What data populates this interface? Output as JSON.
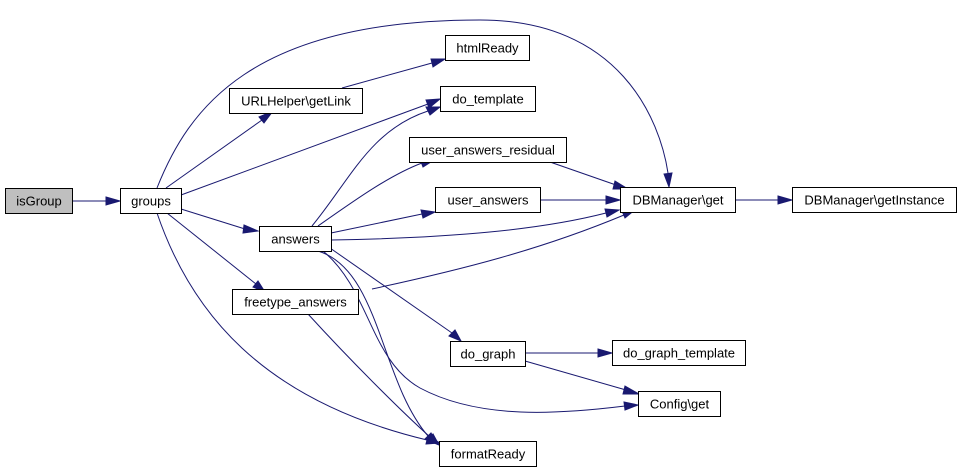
{
  "diagram": {
    "colors": {
      "edge": "#191970",
      "node_fill": "#ffffff",
      "root_fill": "#bfbfbf",
      "node_border": "#000000"
    },
    "nodes": [
      {
        "id": "isGroup",
        "label": "isGroup",
        "root": true
      },
      {
        "id": "groups",
        "label": "groups"
      },
      {
        "id": "urlhelper",
        "label": "URLHelper\\getLink"
      },
      {
        "id": "htmlready",
        "label": "htmlReady"
      },
      {
        "id": "do_template",
        "label": "do_template"
      },
      {
        "id": "uar",
        "label": "user_answers_residual"
      },
      {
        "id": "ua",
        "label": "user_answers"
      },
      {
        "id": "answers",
        "label": "answers"
      },
      {
        "id": "freetype",
        "label": "freetype_answers"
      },
      {
        "id": "dbget",
        "label": "DBManager\\get"
      },
      {
        "id": "dbinst",
        "label": "DBManager\\getInstance"
      },
      {
        "id": "do_graph",
        "label": "do_graph"
      },
      {
        "id": "dgt",
        "label": "do_graph_template"
      },
      {
        "id": "configget",
        "label": "Config\\get"
      },
      {
        "id": "formatready",
        "label": "formatReady"
      }
    ],
    "edges": [
      {
        "from": "isGroup",
        "to": "groups"
      },
      {
        "from": "groups",
        "to": "dbget"
      },
      {
        "from": "groups",
        "to": "urlhelper"
      },
      {
        "from": "groups",
        "to": "do_template"
      },
      {
        "from": "groups",
        "to": "answers"
      },
      {
        "from": "groups",
        "to": "freetype"
      },
      {
        "from": "groups",
        "to": "formatready"
      },
      {
        "from": "urlhelper",
        "to": "htmlready"
      },
      {
        "from": "answers",
        "to": "do_template"
      },
      {
        "from": "answers",
        "to": "uar"
      },
      {
        "from": "answers",
        "to": "ua"
      },
      {
        "from": "answers",
        "to": "dbget"
      },
      {
        "from": "answers",
        "to": "do_graph"
      },
      {
        "from": "answers",
        "to": "configget"
      },
      {
        "from": "answers",
        "to": "formatready"
      },
      {
        "from": "uar",
        "to": "dbget"
      },
      {
        "from": "ua",
        "to": "dbget"
      },
      {
        "from": "freetype",
        "to": "dbget"
      },
      {
        "from": "freetype",
        "to": "formatready"
      },
      {
        "from": "dbget",
        "to": "dbinst"
      },
      {
        "from": "do_graph",
        "to": "dgt"
      },
      {
        "from": "do_graph",
        "to": "configget"
      }
    ]
  }
}
